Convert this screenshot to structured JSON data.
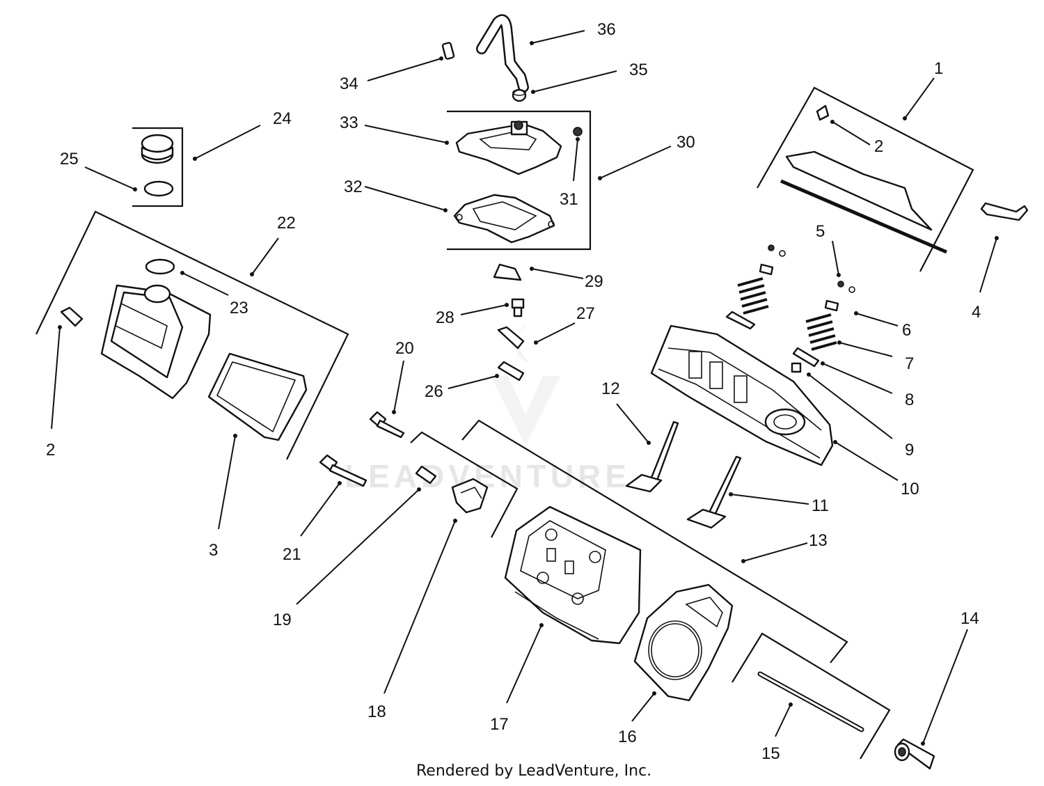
{
  "diagram": {
    "callouts": [
      "1",
      "2",
      "3",
      "4",
      "5",
      "6",
      "7",
      "8",
      "9",
      "10",
      "11",
      "12",
      "13",
      "14",
      "15",
      "16",
      "17",
      "18",
      "19",
      "20",
      "21",
      "22",
      "23",
      "24",
      "25",
      "26",
      "27",
      "28",
      "29",
      "30",
      "31",
      "32",
      "33",
      "34",
      "35",
      "36"
    ],
    "watermark": "LEADVENTURE",
    "credit": "Rendered by LeadVenture, Inc."
  }
}
